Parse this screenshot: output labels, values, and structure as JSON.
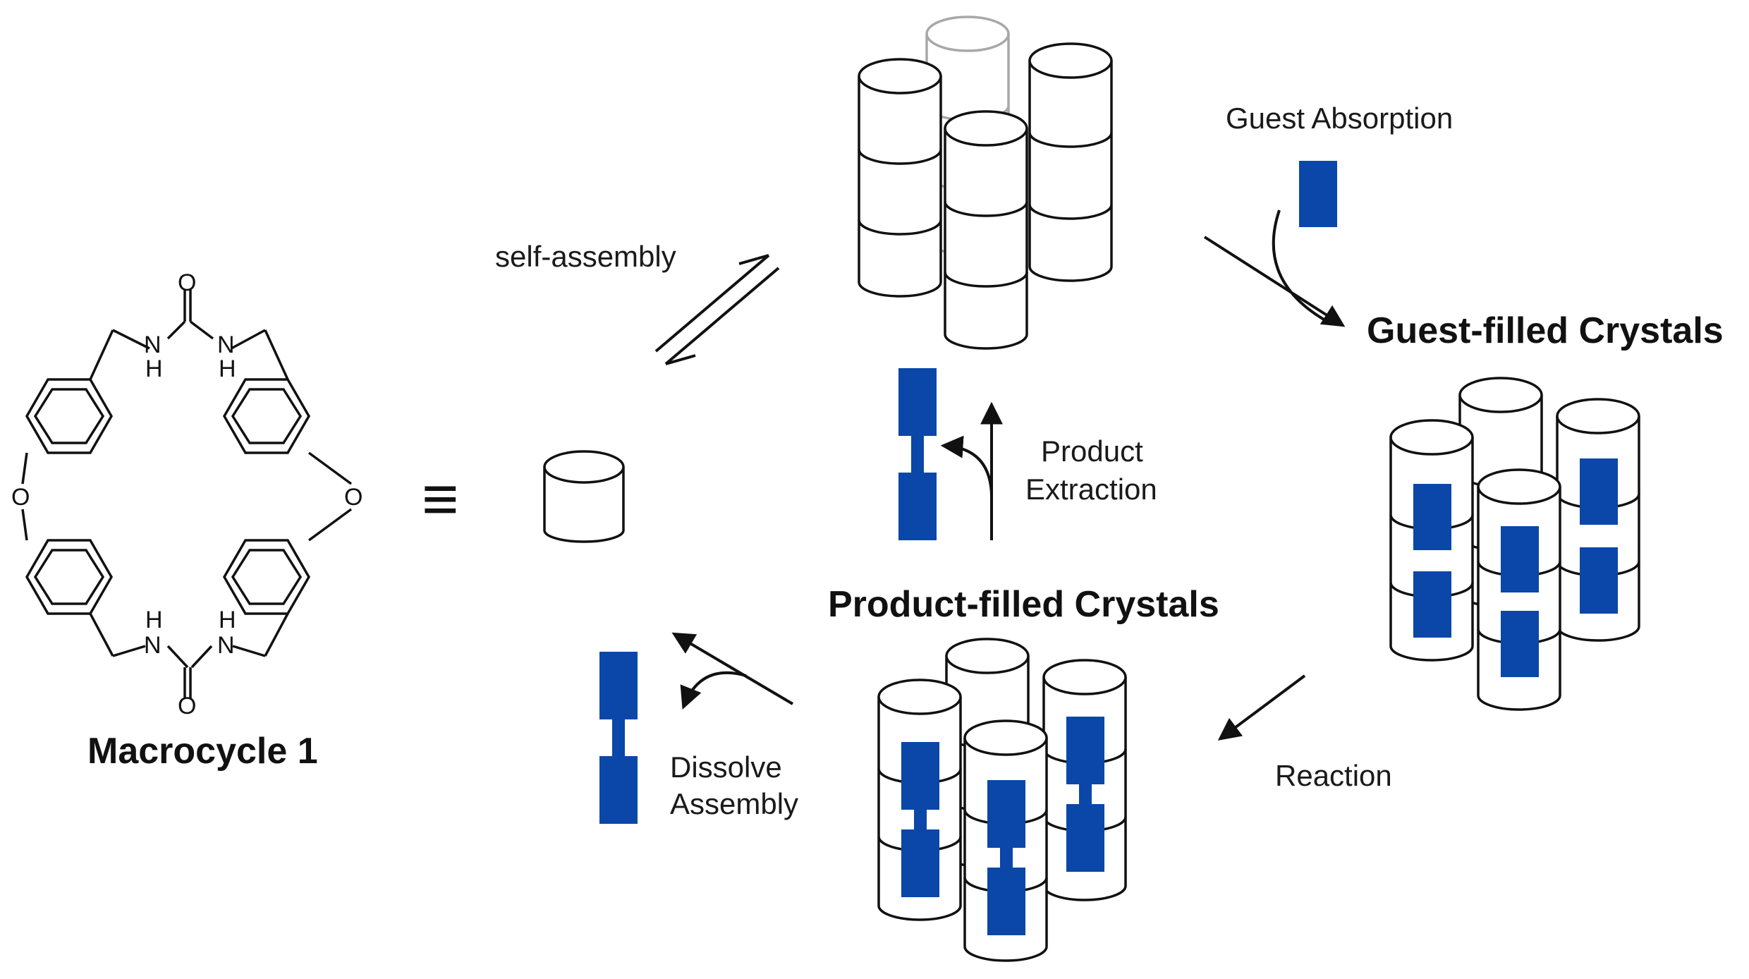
{
  "labels": {
    "macrocycle": "Macrocycle 1",
    "self_assembly": "self-assembly",
    "guest_absorption": "Guest Absorption",
    "guest_filled": "Guest-filled Crystals",
    "product_extraction_1": "Product",
    "product_extraction_2": "Extraction",
    "product_filled": "Product-filled Crystals",
    "reaction": "Reaction",
    "dissolve_1": "Dissolve",
    "dissolve_2": "Assembly",
    "equivalence": "≡"
  },
  "atoms": {
    "oxygen": "O",
    "nitrogen": "N",
    "hydrogen": "H"
  },
  "colors": {
    "guest_blue": "#0a47a8",
    "line": "#111111",
    "ghost": "#a8a8a8"
  }
}
